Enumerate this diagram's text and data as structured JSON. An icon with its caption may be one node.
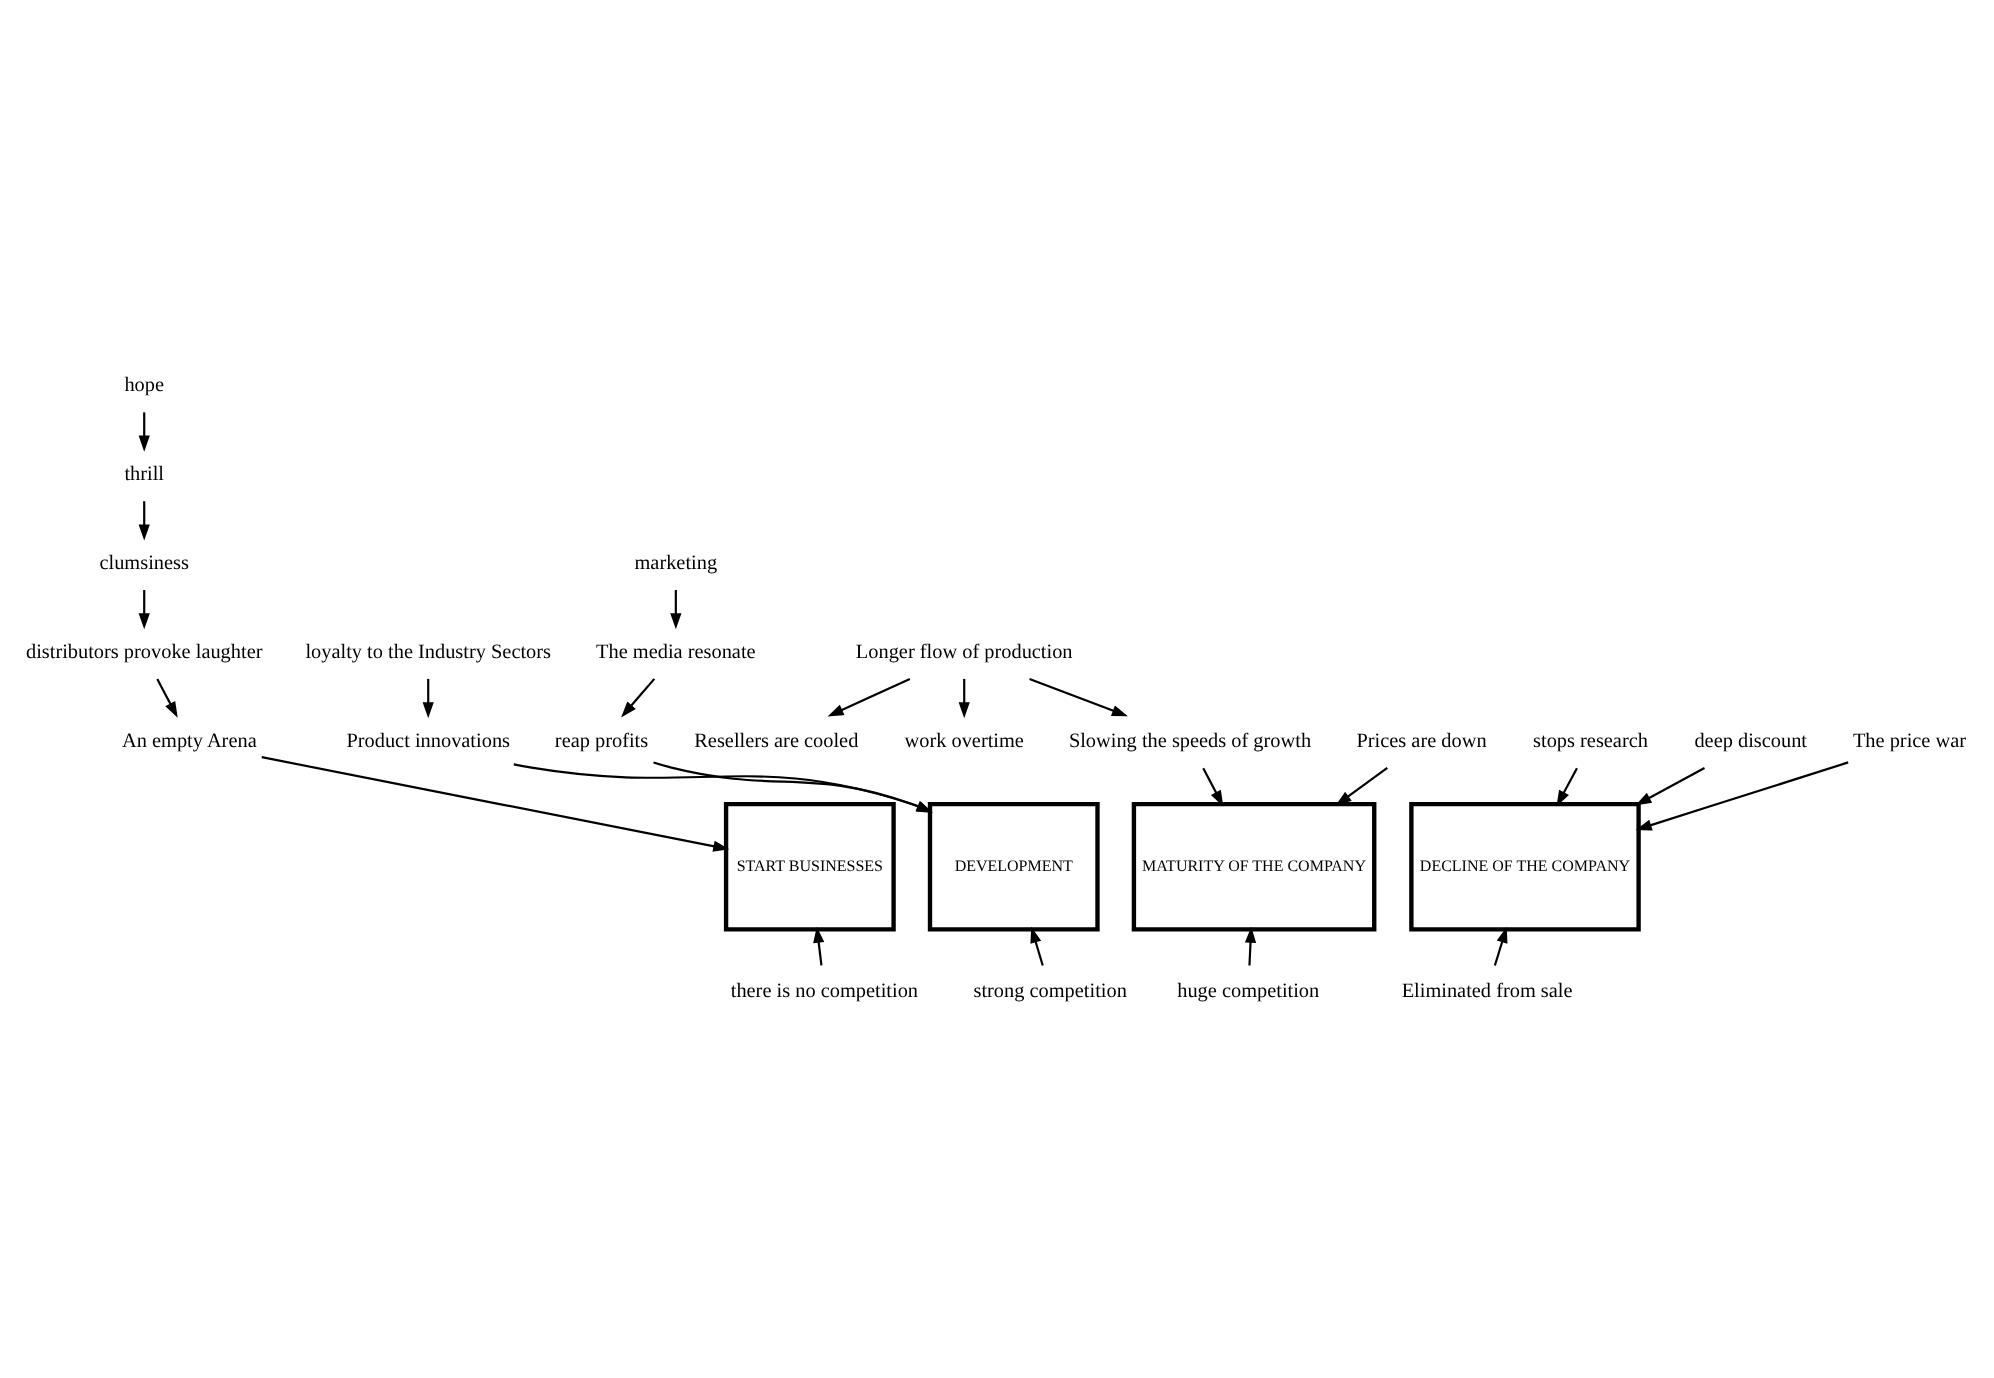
{
  "diagram": {
    "nodes": [
      {
        "text": [
          "hope"
        ]
      },
      {
        "text": [
          "thrill"
        ]
      },
      {
        "text": [
          "clumsiness"
        ]
      },
      {
        "text": [
          "distributors provoke laughter"
        ]
      },
      {
        "text": [
          "An empty Arena"
        ]
      },
      {
        "text": [
          "loyalty to the Industry Sectors"
        ]
      },
      {
        "text": [
          "Product innovations"
        ]
      },
      {
        "text": [
          "marketing"
        ]
      },
      {
        "text": [
          "The media resonate"
        ]
      },
      {
        "text": [
          "reap profits"
        ]
      },
      {
        "text": [
          "Resellers are cooled"
        ]
      },
      {
        "text": [
          "work overtime"
        ]
      },
      {
        "text": [
          "Longer flow of production"
        ]
      },
      {
        "text": [
          "Slowing the speeds of growth"
        ]
      },
      {
        "text": [
          "Prices are down"
        ]
      },
      {
        "text": [
          "stops research"
        ]
      },
      {
        "text": [
          "deep discount"
        ]
      },
      {
        "text": [
          "The price war"
        ]
      },
      {
        "text": [
          "START BUSINESSES"
        ]
      },
      {
        "text": [
          "DEVELOPMENT"
        ]
      },
      {
        "text": [
          "MATURITY OF THE COMPANY"
        ]
      },
      {
        "text": [
          "DECLINE OF THE COMPANY"
        ]
      },
      {
        "text": [
          "there is no competition"
        ]
      },
      {
        "text": [
          "strong competition"
        ]
      },
      {
        "text": [
          "huge competition"
        ]
      },
      {
        "text": [
          "Eliminated from sale"
        ]
      }
    ],
    "edges": [
      {
        "from": 0,
        "to": 1,
        "arrow": "to"
      },
      {
        "from": 1,
        "to": 2,
        "arrow": "to"
      },
      {
        "from": 2,
        "to": 3,
        "arrow": "to"
      },
      {
        "from": 3,
        "to": 4,
        "arrow": "to"
      },
      {
        "from": 4,
        "to": 18,
        "arrow": "to"
      },
      {
        "from": 5,
        "to": 6,
        "arrow": "to"
      },
      {
        "from": 6,
        "to": 19,
        "arrow": "to"
      },
      {
        "from": 7,
        "to": 8,
        "arrow": "to"
      },
      {
        "from": 8,
        "to": 9,
        "arrow": "to"
      },
      {
        "from": 9,
        "to": 19,
        "arrow": "to"
      },
      {
        "from": 12,
        "to": 10,
        "arrow": "to"
      },
      {
        "from": 12,
        "to": 11,
        "arrow": "to"
      },
      {
        "from": 12,
        "to": 13,
        "arrow": "to"
      },
      {
        "from": 13,
        "to": 20,
        "arrow": "to"
      },
      {
        "from": 14,
        "to": 20,
        "arrow": "to"
      },
      {
        "from": 15,
        "to": 21,
        "arrow": "to"
      },
      {
        "from": 16,
        "to": 21,
        "arrow": "to"
      },
      {
        "from": 17,
        "to": 21,
        "arrow": "to"
      },
      {
        "from": 22,
        "to": 18,
        "arrow": "to"
      },
      {
        "from": 23,
        "to": 19,
        "arrow": "to"
      },
      {
        "from": 24,
        "to": 20,
        "arrow": "to"
      },
      {
        "from": 25,
        "to": 21,
        "arrow": "to"
      }
    ]
  }
}
